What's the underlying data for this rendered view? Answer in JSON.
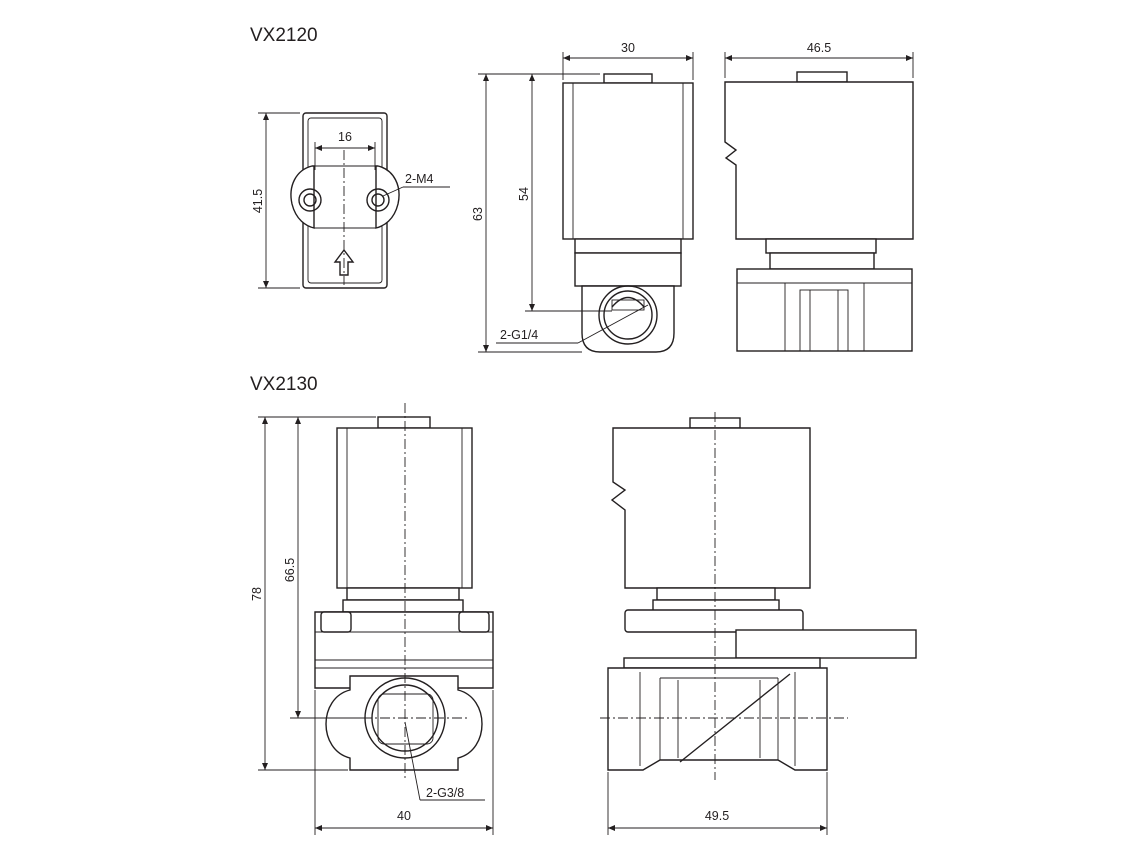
{
  "models": {
    "top": "VX2120",
    "bottom": "VX2130"
  },
  "vx2120": {
    "end_width": "16",
    "end_height": "41.5",
    "mount_thread": "2-M4",
    "side_width": "30",
    "front_width": "46.5",
    "height_total": "63",
    "height_to_port": "54",
    "port_thread": "2-G1/4"
  },
  "vx2130": {
    "height_total": "78",
    "height_to_port": "66.5",
    "port_thread": "2-G3/8",
    "body_width": "40",
    "side_width": "49.5"
  },
  "colors": {
    "line": "#231f20",
    "background": "#ffffff"
  }
}
